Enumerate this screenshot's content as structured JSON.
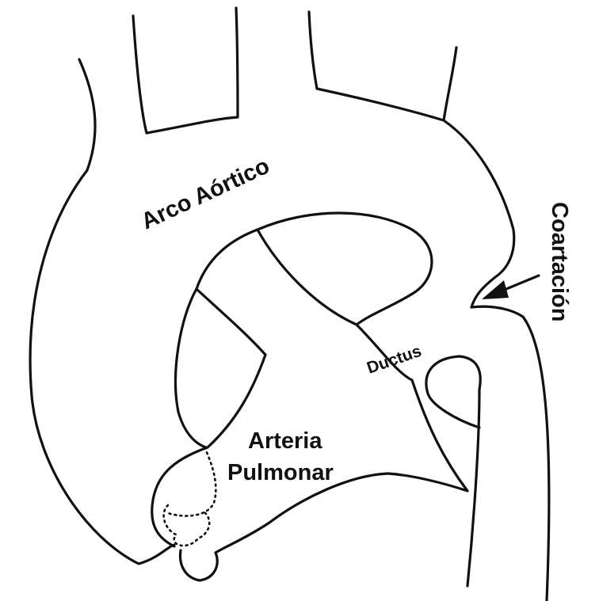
{
  "labels": {
    "aortic_arch": "Arco Aórtico",
    "ductus": "Ductus",
    "pulmonary_artery_line1": "Arteria",
    "pulmonary_artery_line2": "Pulmonar",
    "coarctation": "Coartación"
  }
}
